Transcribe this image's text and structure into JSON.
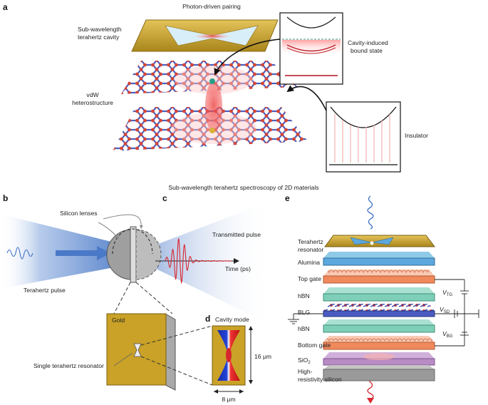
{
  "panel_letters": {
    "a": "a",
    "b": "b",
    "c": "c",
    "d": "d",
    "e": "e"
  },
  "panel_a": {
    "title": "Photon-driven pairing",
    "cavity_label_line1": "Sub-wavelength",
    "cavity_label_line2": "terahertz cavity",
    "vdw_label_line1": "vdW",
    "vdw_label_line2": "heterostructure",
    "bound_state_line1": "Cavity-induced",
    "bound_state_line2": "bound state",
    "insulator": "Insulator"
  },
  "section_title": "Sub-wavelength terahertz spectroscopy of 2D materials",
  "panel_b": {
    "silicon_lenses": "Silicon lenses",
    "terahertz_pulse": "Terahertz pulse",
    "gold": "Gold",
    "single_resonator": "Single terahertz resonator"
  },
  "panel_c": {
    "transmitted_pulse": "Transmitted pulse",
    "time_axis": "Time (ps)"
  },
  "panel_d": {
    "title": "Cavity mode",
    "height_dim": "16 μm",
    "width_dim": "8 μm"
  },
  "panel_e": {
    "layers": [
      "Terahertz",
      "resonator",
      "Alumina",
      "Top gate",
      "hBN",
      "BLG",
      "hBN",
      "Bottom gate",
      "SiO",
      "High-",
      "resistivity silicon"
    ],
    "sio2_sub": "2",
    "v_tg": "V",
    "v_tg_sub": "TG",
    "v_sd": "V",
    "v_sd_sub": "SD",
    "v_bg": "V",
    "v_bg_sub": "BG"
  },
  "colors": {
    "gold": "#c9a227",
    "red": "#d7262e",
    "blue": "#3b6fc6",
    "alumina": "#5da8dd",
    "gate": "#f08a5d",
    "hbn": "#7fcfb8",
    "sio2": "#b98bc4",
    "silicon": "#9a9a9a"
  }
}
